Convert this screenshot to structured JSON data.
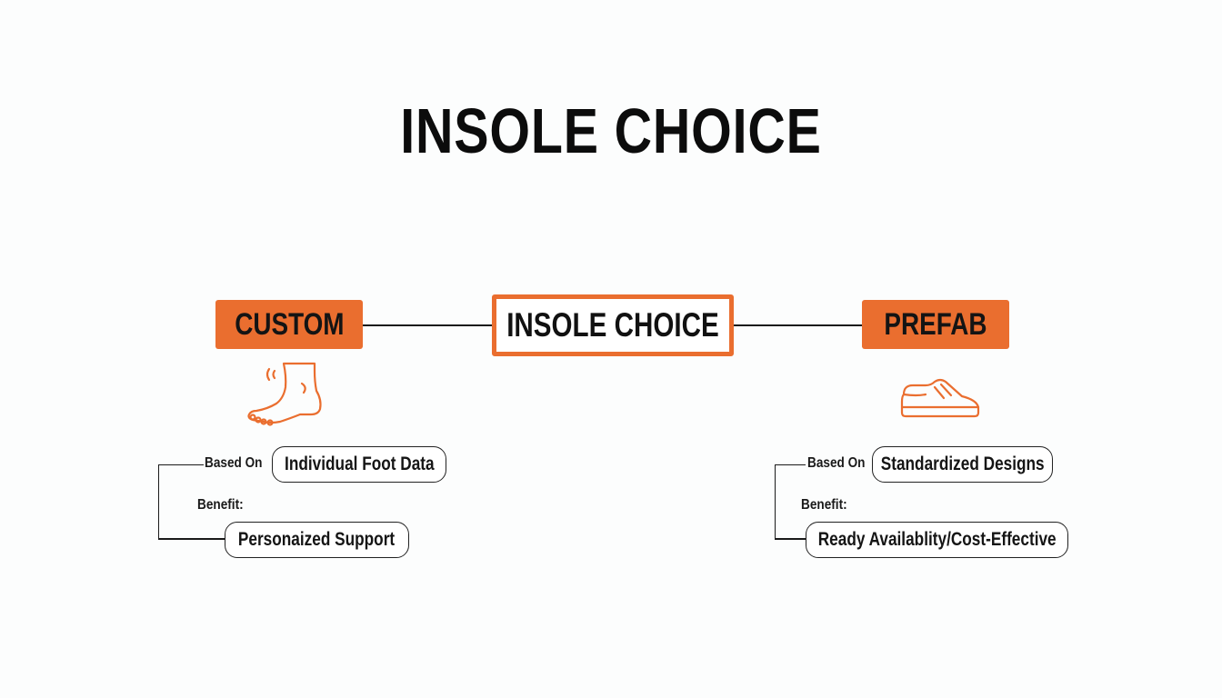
{
  "title": "INSOLE CHOICE",
  "center_node": {
    "label": "INSOLE CHOICE"
  },
  "left_branch": {
    "label": "CUSTOM",
    "icon": "foot-icon",
    "based_on_label": "Based On",
    "based_on_value": "Individual Foot Data",
    "benefit_label": "Benefit:",
    "benefit_value": "Personaized Support"
  },
  "right_branch": {
    "label": "PREFAB",
    "icon": "sneaker-icon",
    "based_on_label": "Based On",
    "based_on_value": "Standardized Designs",
    "benefit_label": "Benefit:",
    "benefit_value": "Ready Availablity/Cost-Effective"
  },
  "colors": {
    "accent": "#ea6e2f",
    "text": "#111111",
    "background": "#fcfdfd"
  }
}
